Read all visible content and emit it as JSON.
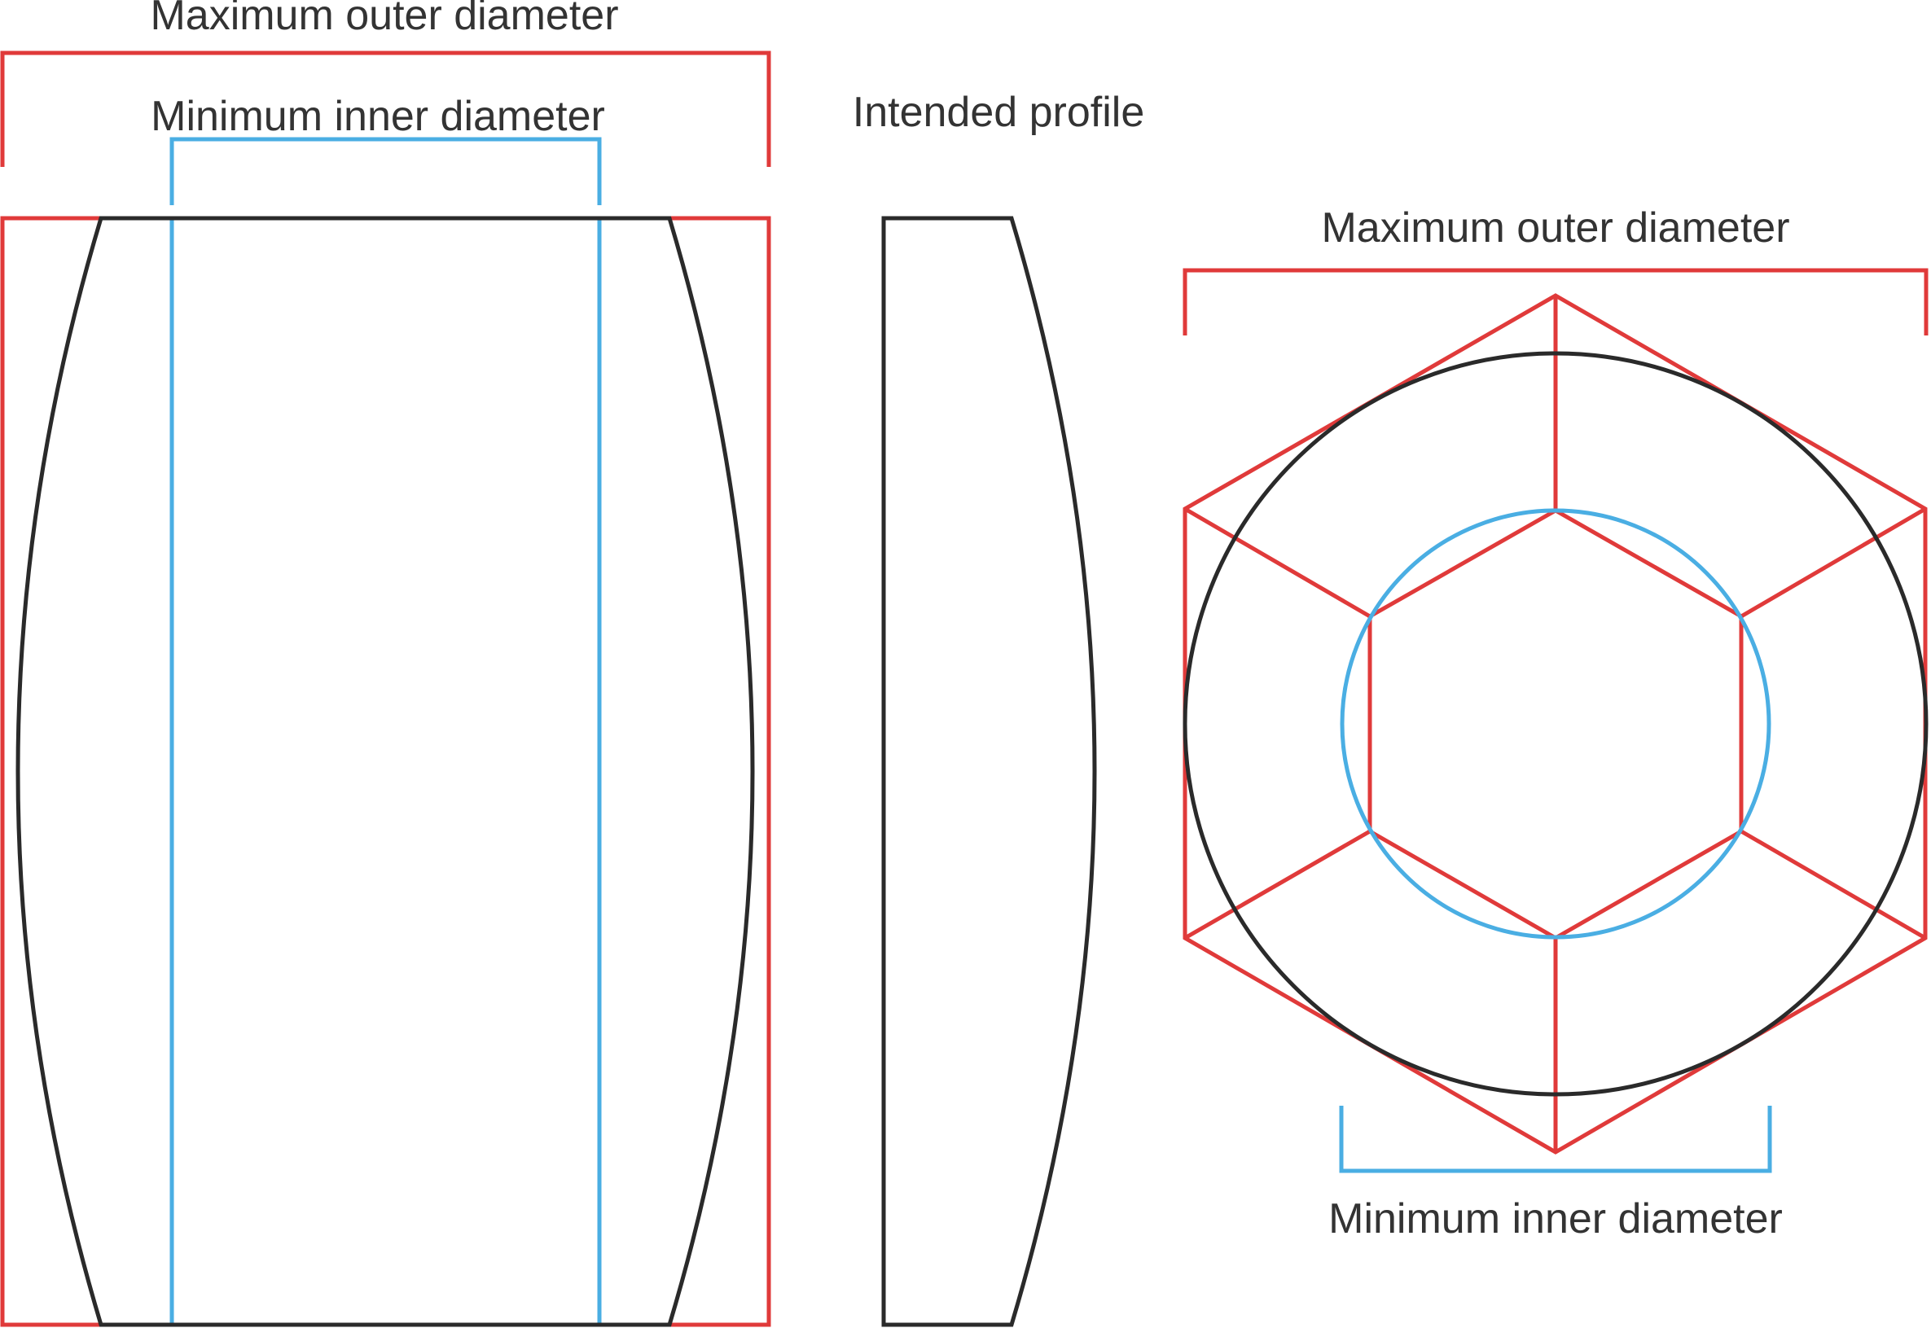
{
  "labels": {
    "side_outer": "Maximum outer diameter",
    "side_inner": "Minimum inner diameter",
    "profile": "Intended profile",
    "top_outer": "Maximum outer diameter",
    "top_inner": "Minimum inner diameter"
  },
  "colors": {
    "outer_limit": "#e03a3a",
    "inner_limit": "#4aaee3",
    "profile": "#2a2a2a",
    "text": "#333333"
  }
}
